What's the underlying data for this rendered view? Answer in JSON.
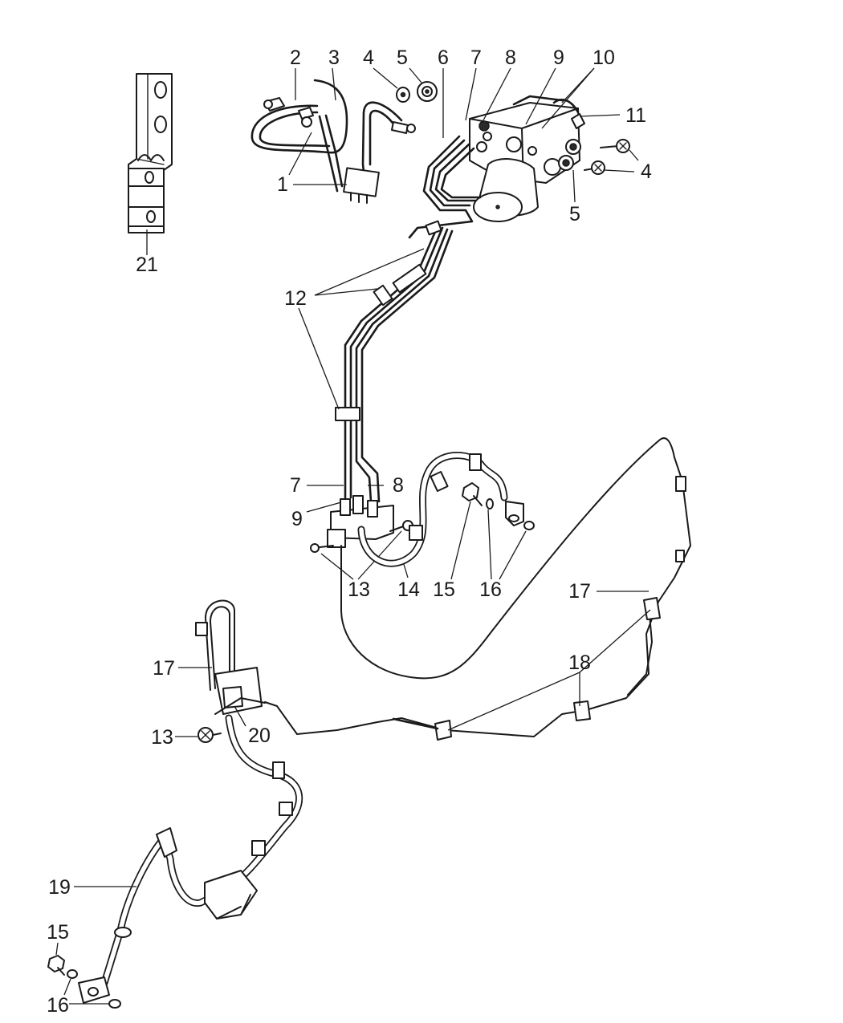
{
  "callouts": [
    {
      "id": "c1",
      "text": "1"
    },
    {
      "id": "c2",
      "text": "2"
    },
    {
      "id": "c3",
      "text": "3"
    },
    {
      "id": "c4a",
      "text": "4"
    },
    {
      "id": "c5a",
      "text": "5"
    },
    {
      "id": "c6",
      "text": "6"
    },
    {
      "id": "c7a",
      "text": "7"
    },
    {
      "id": "c8a",
      "text": "8"
    },
    {
      "id": "c9a",
      "text": "9"
    },
    {
      "id": "c10",
      "text": "10"
    },
    {
      "id": "c11",
      "text": "11"
    },
    {
      "id": "c4b",
      "text": "4"
    },
    {
      "id": "c5b",
      "text": "5"
    },
    {
      "id": "c21",
      "text": "21"
    },
    {
      "id": "c12",
      "text": "12"
    },
    {
      "id": "c7b",
      "text": "7"
    },
    {
      "id": "c8b",
      "text": "8"
    },
    {
      "id": "c9b",
      "text": "9"
    },
    {
      "id": "c13a",
      "text": "13"
    },
    {
      "id": "c14",
      "text": "14"
    },
    {
      "id": "c15a",
      "text": "15"
    },
    {
      "id": "c16a",
      "text": "16"
    },
    {
      "id": "c17a",
      "text": "17"
    },
    {
      "id": "c17b",
      "text": "17"
    },
    {
      "id": "c18",
      "text": "18"
    },
    {
      "id": "c13b",
      "text": "13"
    },
    {
      "id": "c20",
      "text": "20"
    },
    {
      "id": "c19",
      "text": "19"
    },
    {
      "id": "c15b",
      "text": "15"
    },
    {
      "id": "c16b",
      "text": "16"
    }
  ]
}
